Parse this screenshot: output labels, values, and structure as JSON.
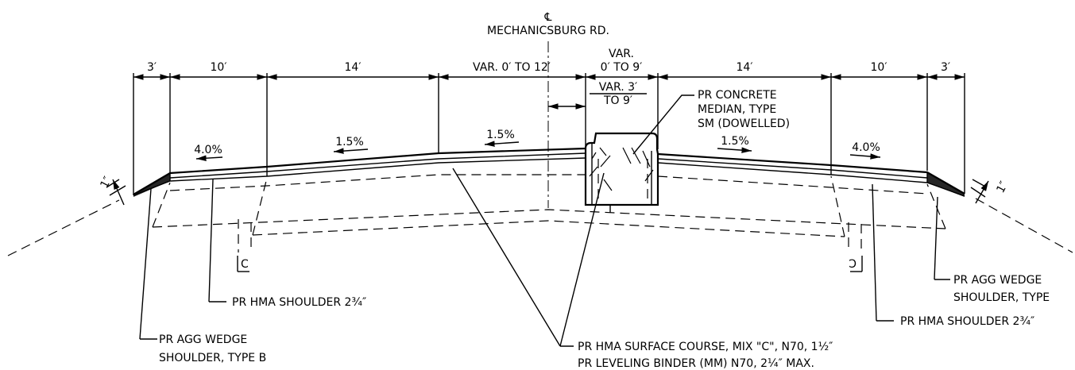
{
  "centerline": {
    "symbol": "℄",
    "road_name": "MECHANICSBURG RD."
  },
  "dimensions": {
    "left_shoulder_outer": "3′",
    "left_shoulder": "10′",
    "left_lane": "14′",
    "left_var": "VAR. 0′ TO 12′",
    "right_var_top": "VAR.",
    "right_var_bottom": "0′ TO 9′",
    "right_lane": "14′",
    "right_shoulder": "10′",
    "right_shoulder_outer": "3′",
    "median_var_line1": "VAR. 3′",
    "median_var_line2": "TO 9′"
  },
  "slopes": {
    "left_shoulder": "4.0%",
    "left_lane": "1.5%",
    "left_inner": "1.5%",
    "right_lane": "1.5%",
    "right_shoulder": "4.0%"
  },
  "thickness_labels": {
    "left": "1″",
    "right": "1″"
  },
  "c_marks": {
    "left": "C",
    "right": "C"
  },
  "callouts": {
    "median_line1": "PR CONCRETE",
    "median_line2": "MEDIAN, TYPE",
    "median_line3": "SM (DOWELLED)",
    "hma_shoulder_left": "PR HMA SHOULDER 2¾″",
    "hma_shoulder_right": "PR HMA SHOULDER 2¾″",
    "agg_wedge_left_line1": "PR AGG WEDGE",
    "agg_wedge_left_line2": "SHOULDER, TYPE B",
    "agg_wedge_right_line1": "PR AGG WEDGE",
    "agg_wedge_right_line2": "SHOULDER, TYPE",
    "surface_line1": "PR HMA SURFACE COURSE, MIX \"C\", N70, 1½″",
    "surface_line2": "PR LEVELING BINDER (MM) N70, 2¼″ MAX."
  }
}
